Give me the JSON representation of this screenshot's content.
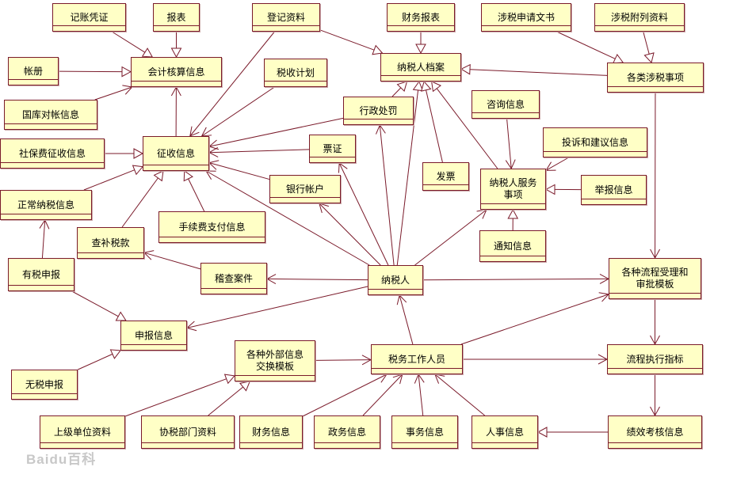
{
  "nodes": {
    "jizhang": "记账凭证",
    "baobiao": "报表",
    "dengji": "登记资料",
    "caiwubaobiao": "财务报表",
    "sheshui_shenqing": "涉税申请文书",
    "sheshui_fulie": "涉税附列资料",
    "zhangce": "帐册",
    "kuaiji": "会计核算信息",
    "shuishou_jihua": "税收计划",
    "nsr_dangan": "纳税人档案",
    "gelei_sheshui": "各类涉税事项",
    "guoku": "国库对帐信息",
    "xingzheng": "行政处罚",
    "zixun": "咨询信息",
    "shebao": "社保费征收信息",
    "zhengshou": "征收信息",
    "piaozheng": "票证",
    "tousu": "投诉和建议信息",
    "fapiao": "发票",
    "nsr_fuwu": "纳税人服务事项",
    "zhengchang": "正常纳税信息",
    "yinhang": "银行帐户",
    "jubao": "举报信息",
    "shouxufei": "手续费支付信息",
    "chabu": "查补税款",
    "tongzhi": "通知信息",
    "youshui": "有税申报",
    "jicha": "稽查案件",
    "nashuiren": "纳税人",
    "liucheng_muban": "各种流程受理和审批模板",
    "shenbao": "申报信息",
    "waibu": "各种外部信息交换模板",
    "shuiwu_renyuan": "税务工作人员",
    "liucheng_zhibiao": "流程执行指标",
    "wushui": "无税申报",
    "shangji": "上级单位资料",
    "xieshui": "协税部门资料",
    "caiwu": "财务信息",
    "zhengwu": "政务信息",
    "shiwu": "事务信息",
    "renshi": "人事信息",
    "jixiao": "绩效考核信息"
  },
  "watermark": "Baidu百科",
  "colors": {
    "node_fill": "#ffffc6",
    "node_border": "#7a1a2a",
    "edge": "#7a1a2a"
  }
}
